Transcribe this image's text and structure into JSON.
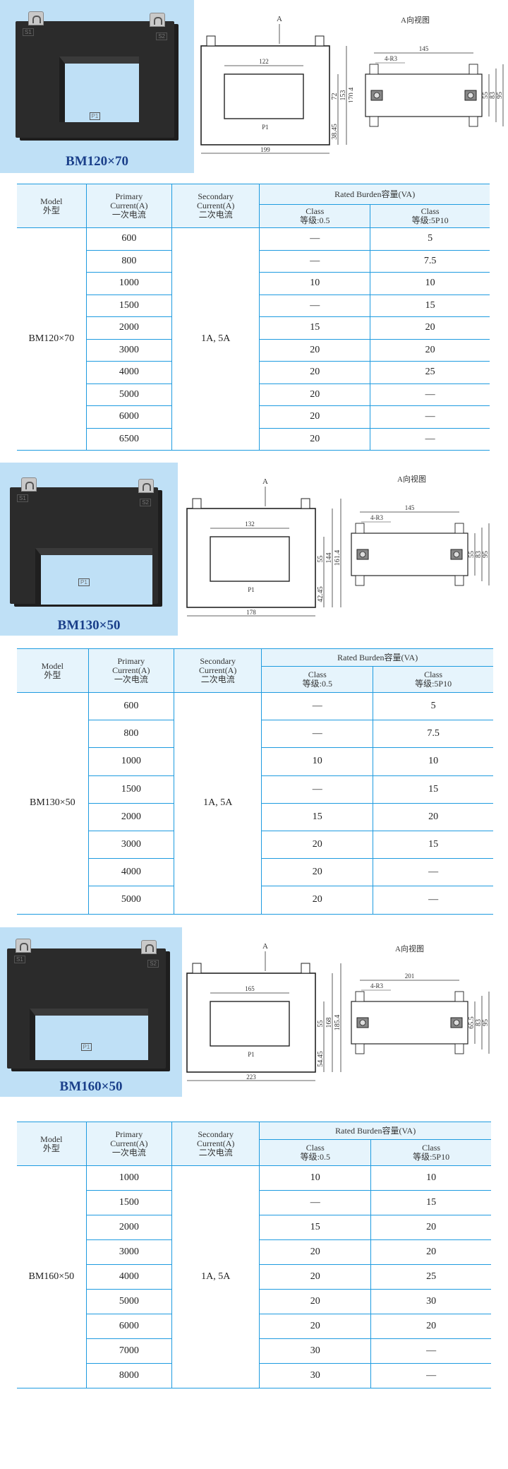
{
  "columns": {
    "model": [
      "Model",
      "外型"
    ],
    "primary": [
      "Primary",
      "Current(A)",
      "一次电流"
    ],
    "secondary": [
      "Secondary",
      "Current(A)",
      "二次电流"
    ],
    "rated_burden": "Rated Burden容量(VA)",
    "class_05": [
      "Class",
      "等级:0.5"
    ],
    "class_5p10": [
      "Class",
      "等级:5P10"
    ]
  },
  "products": [
    {
      "title": "BM120×70",
      "drawing": {
        "arrow_label": "A",
        "window_width": "122",
        "window_height": "72",
        "inner_height": "153",
        "total_height": "170.4",
        "bottom_offset": "38.45",
        "total_width": "199",
        "p1_label": "P1"
      },
      "a_view": {
        "title": "A向视图",
        "width": "145",
        "radius": "4-R3",
        "dims": [
          "55",
          "83",
          "95"
        ]
      },
      "table": {
        "model": "BM120×70",
        "secondary": "1A, 5A",
        "rows": [
          {
            "primary": "600",
            "c05": "—",
            "c5p10": "5"
          },
          {
            "primary": "800",
            "c05": "—",
            "c5p10": "7.5"
          },
          {
            "primary": "1000",
            "c05": "10",
            "c5p10": "10"
          },
          {
            "primary": "1500",
            "c05": "—",
            "c5p10": "15"
          },
          {
            "primary": "2000",
            "c05": "15",
            "c5p10": "20"
          },
          {
            "primary": "3000",
            "c05": "20",
            "c5p10": "20"
          },
          {
            "primary": "4000",
            "c05": "20",
            "c5p10": "25"
          },
          {
            "primary": "5000",
            "c05": "20",
            "c5p10": "—"
          },
          {
            "primary": "6000",
            "c05": "20",
            "c5p10": "—"
          },
          {
            "primary": "6500",
            "c05": "20",
            "c5p10": "—"
          }
        ]
      }
    },
    {
      "title": "BM130×50",
      "drawing": {
        "arrow_label": "A",
        "window_width": "132",
        "window_height": "55",
        "inner_height": "144",
        "total_height": "161.4",
        "bottom_offset": "42.45",
        "total_width": "178",
        "p1_label": "P1"
      },
      "a_view": {
        "title": "A向视图",
        "width": "145",
        "radius": "4-R3",
        "dims": [
          "55",
          "83",
          "95"
        ]
      },
      "table": {
        "model": "BM130×50",
        "secondary": "1A, 5A",
        "rows": [
          {
            "primary": "600",
            "c05": "—",
            "c5p10": "5"
          },
          {
            "primary": "800",
            "c05": "—",
            "c5p10": "7.5"
          },
          {
            "primary": "1000",
            "c05": "10",
            "c5p10": "10"
          },
          {
            "primary": "1500",
            "c05": "—",
            "c5p10": "15"
          },
          {
            "primary": "2000",
            "c05": "15",
            "c5p10": "20"
          },
          {
            "primary": "3000",
            "c05": "20",
            "c5p10": "15"
          },
          {
            "primary": "4000",
            "c05": "20",
            "c5p10": "—"
          },
          {
            "primary": "5000",
            "c05": "20",
            "c5p10": "—"
          }
        ]
      }
    },
    {
      "title": "BM160×50",
      "drawing": {
        "arrow_label": "A",
        "window_width": "165",
        "window_height": "55",
        "inner_height": "168",
        "total_height": "185.4",
        "bottom_offset": "54.45",
        "total_width": "223",
        "p1_label": "P1"
      },
      "a_view": {
        "title": "A向视图",
        "width": "201",
        "radius": "4-R3",
        "dims": [
          "65.5",
          "83",
          "95"
        ]
      },
      "table": {
        "model": "BM160×50",
        "secondary": "1A, 5A",
        "rows": [
          {
            "primary": "1000",
            "c05": "10",
            "c5p10": "10"
          },
          {
            "primary": "1500",
            "c05": "—",
            "c5p10": "15"
          },
          {
            "primary": "2000",
            "c05": "15",
            "c5p10": "20"
          },
          {
            "primary": "3000",
            "c05": "20",
            "c5p10": "20"
          },
          {
            "primary": "4000",
            "c05": "20",
            "c5p10": "25"
          },
          {
            "primary": "5000",
            "c05": "20",
            "c5p10": "30"
          },
          {
            "primary": "6000",
            "c05": "20",
            "c5p10": "20"
          },
          {
            "primary": "7000",
            "c05": "30",
            "c5p10": "—"
          },
          {
            "primary": "8000",
            "c05": "30",
            "c5p10": "—"
          }
        ]
      }
    }
  ],
  "colors": {
    "photo_bg": "#bfe0f6",
    "header_bg": "#e6f4fc",
    "grid_line": "#1e9be0",
    "title_blue": "#1a3f8a"
  }
}
